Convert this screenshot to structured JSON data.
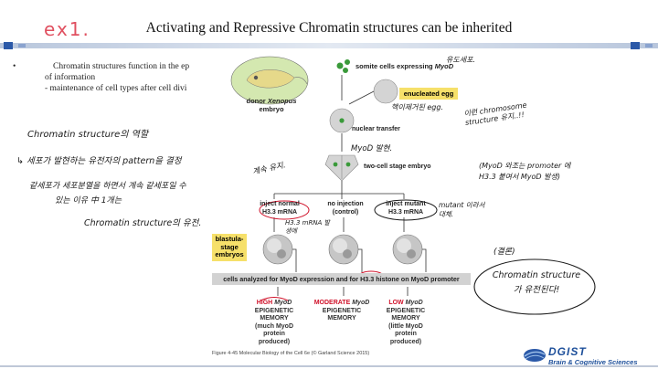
{
  "slide": {
    "title": "Activating and Repressive Chromatin structures can be inherited",
    "corner_scribble": "ex1.",
    "bullets": [
      {
        "mark": "•",
        "text": "Chromatin structures function in the ep"
      },
      {
        "mark": "",
        "text": "of information"
      },
      {
        "mark": "",
        "text": "- maintenance of cell types after cell divi"
      }
    ]
  },
  "left_notes": [
    "Chromatin structure의 역할",
    "↳ 세포가 발현하는 유전자의 pattern을 결정",
    "같세포가 세포분열을 하면서 계속 같세포일 수",
    "있는 이유 中 1개는",
    "Chromatin structure의 유전."
  ],
  "figure": {
    "donor_label": "donor",
    "donor_italic": "Xenopus",
    "donor_label2": "embryo",
    "somite_label": "somite cells expressing",
    "somite_gene": "MyoD",
    "enucleated_label": "enucleated egg",
    "nuclear_transfer": "nuclear transfer",
    "two_cell": "two-cell stage embryo",
    "col1_line1": "inject normal",
    "col1_line2": "H3.3 mRNA",
    "col2_line1": "no injection",
    "col2_line2": "(control)",
    "col3_line1": "inject mutant",
    "col3_line2": "H3.3 mRNA",
    "blastula": "blastula-stage embryos",
    "analyzed": "cells analyzed for MyoD expression and for H3.3 histone on MyoD promoter",
    "outcomes": [
      {
        "level": "HIGH",
        "gene": "MyoD",
        "rest": [
          "EPIGENETIC",
          "MEMORY",
          "(much MyoD",
          "protein",
          "produced)"
        ],
        "color": "#d0122a"
      },
      {
        "level": "MODERATE",
        "gene": "MyoD",
        "rest": [
          "EPIGENETIC",
          "MEMORY"
        ],
        "color": "#d0122a"
      },
      {
        "level": "LOW",
        "gene": "MyoD",
        "rest": [
          "EPIGENETIC",
          "MEMORY",
          "(little MyoD",
          "protein",
          "produced)"
        ],
        "color": "#d0122a"
      }
    ],
    "caption": "Figure 4-45  Molecular Biology of the Cell 6e (© Garland Science 2015)"
  },
  "annotations": {
    "a1": "유도세포.",
    "a2": "핵이제거된 egg.",
    "a3": "이런 chromosome structure 유지..!!",
    "a4": "MyoD 발현.",
    "a5": "계속 유지.",
    "a6": "(MyoD 와조는 promoter 에 H3.3 붙여서 MyoD 발생)",
    "a7": "mutant 이라서 대체.",
    "a8": "H3.3 mRNA 발생에",
    "a9": "(결론)",
    "a10": "Chromatin structure 가 유전된다!"
  },
  "colors": {
    "accent_blue": "#1d4f9a",
    "red": "#d0122a",
    "yellow": "#f6e06a",
    "gray_bar": "#d2d2d2"
  },
  "logo": {
    "name": "DGIST",
    "sub": "Brain & Cognitive Sciences"
  }
}
